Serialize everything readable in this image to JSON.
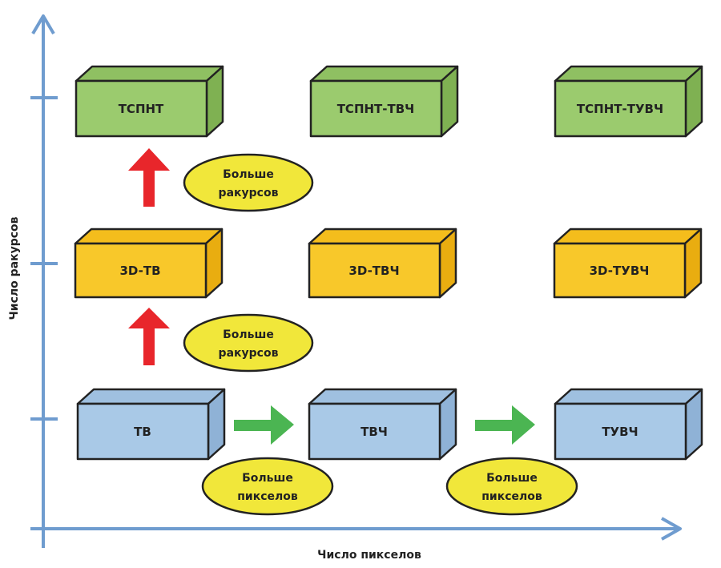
{
  "colors": {
    "axis": "#6f9ccf",
    "outline": "#222222",
    "green_front": "#9bcb6e",
    "green_top": "#8fc062",
    "green_side": "#7fb152",
    "yellow_front": "#f8c82a",
    "yellow_top": "#f4bd1c",
    "yellow_side": "#e9ad10",
    "blue_front": "#a9c9e7",
    "blue_top": "#9fc0e0",
    "blue_side": "#8fb2d6",
    "ellipse_fill": "#f1e73a",
    "arrow_red": "#e8262b",
    "arrow_green": "#4bb552"
  },
  "axes": {
    "x_label": "Число пикселов",
    "y_label": "Число ракурсов"
  },
  "boxes": {
    "row_top": [
      "ТСПНТ",
      "ТСПНТ-ТВЧ",
      "ТСПНТ-ТУВЧ"
    ],
    "row_middle": [
      "3D-ТВ",
      "3D-ТВЧ",
      "3D-ТУВЧ"
    ],
    "row_bottom": [
      "ТВ",
      "ТВЧ",
      "ТУВЧ"
    ]
  },
  "ellipses": {
    "more_views_upper": [
      "Больше",
      "ракурсов"
    ],
    "more_views_lower": [
      "Больше",
      "ракурсов"
    ],
    "more_pixels_left": [
      "Больше",
      "пикселов"
    ],
    "more_pixels_right": [
      "Больше",
      "пикселов"
    ]
  }
}
